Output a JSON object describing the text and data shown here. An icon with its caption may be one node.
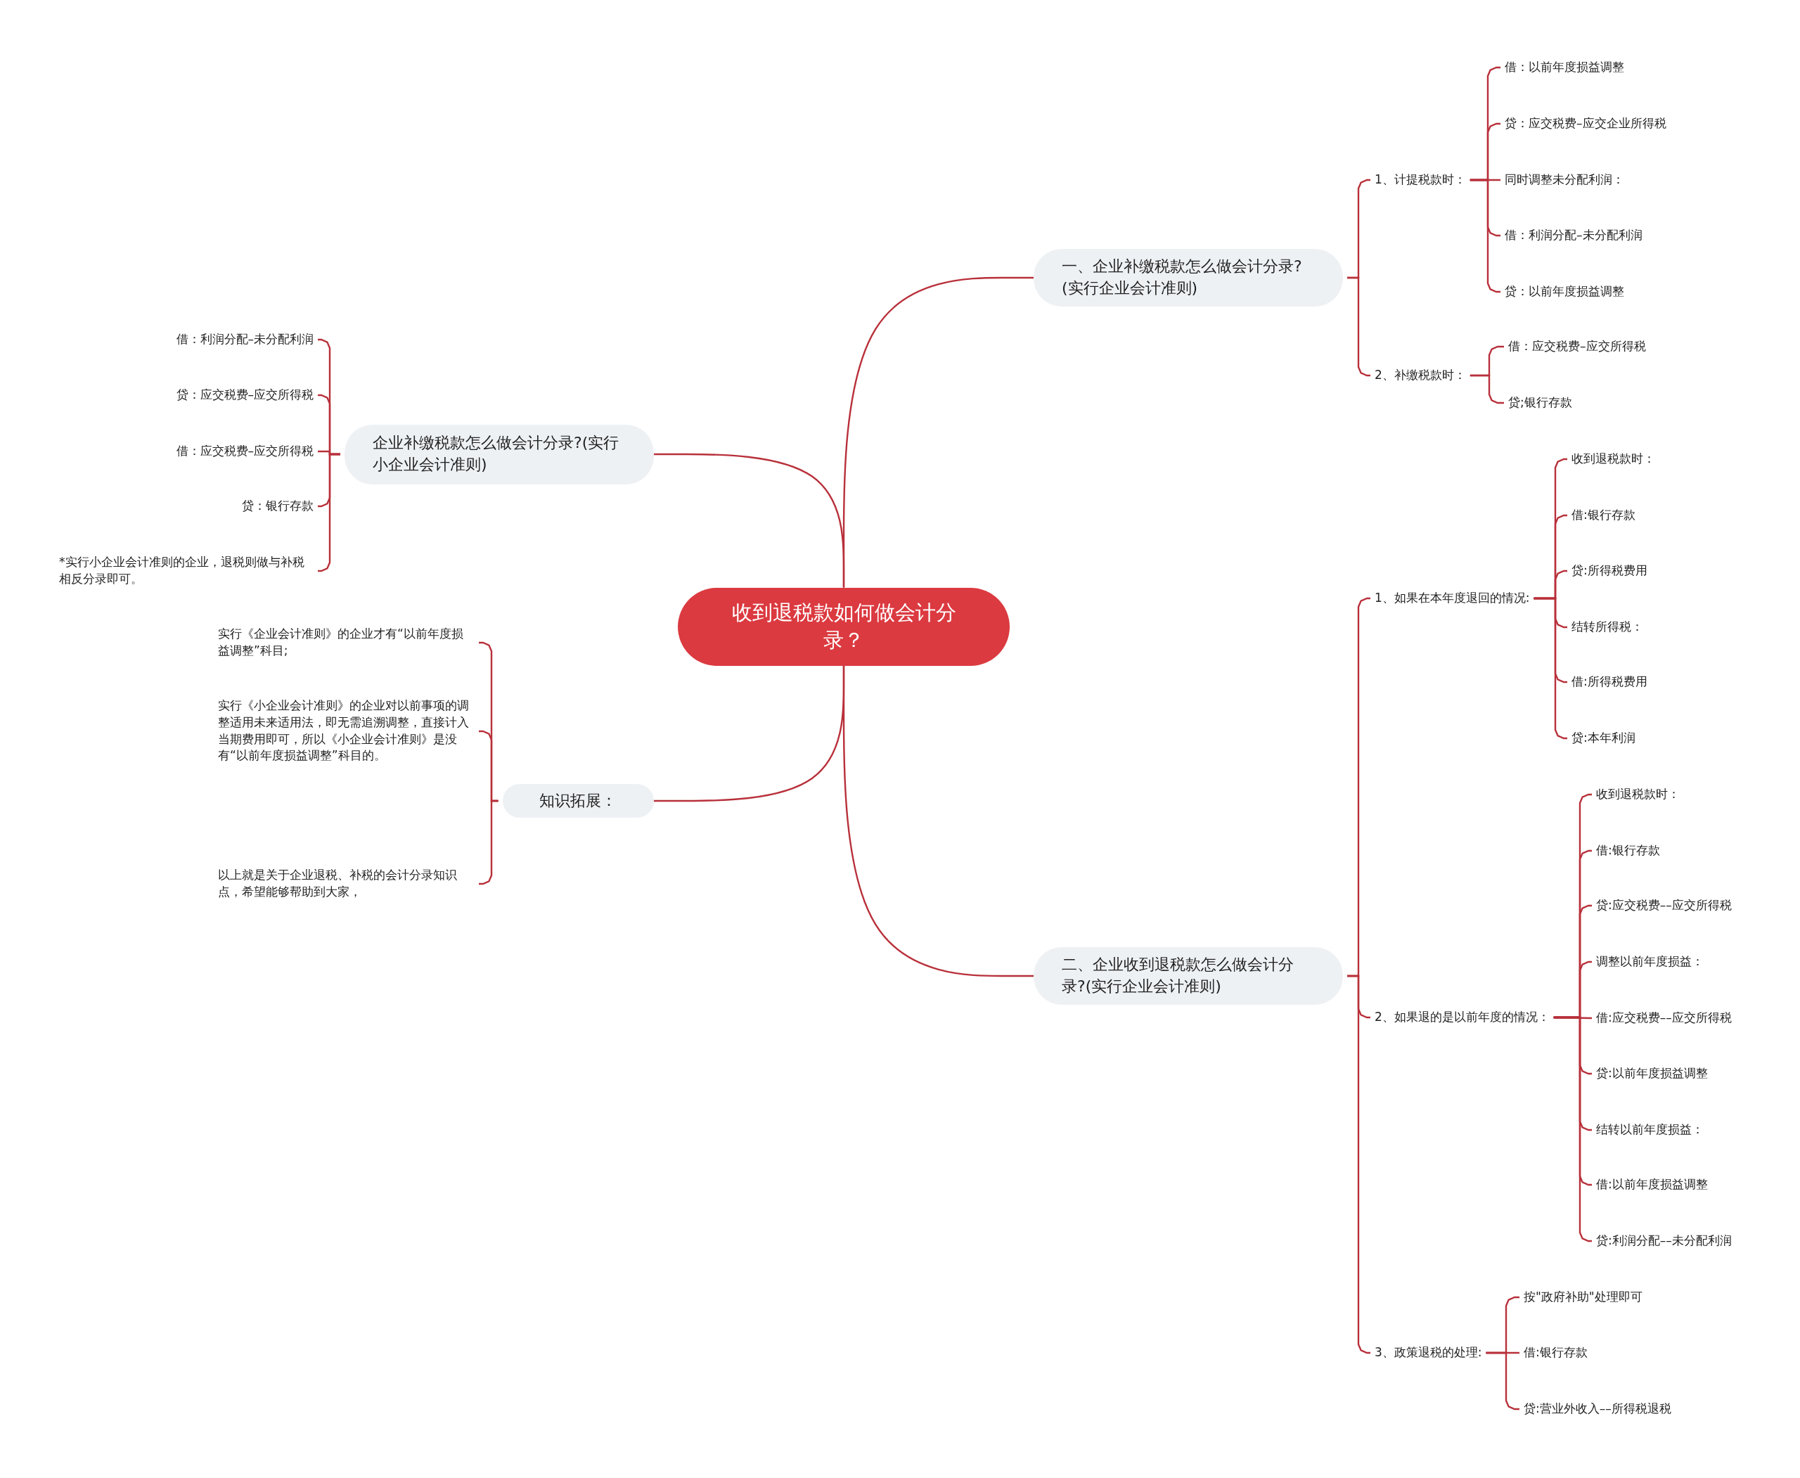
{
  "diagram": {
    "nodes": [
      {
        "text": [
          "收到退税款如何做会计分录？"
        ]
      },
      {
        "text": [
          "一、企业补缴税款怎么做会计分录?(实行企业会计准则)"
        ]
      },
      {
        "text": [
          "1、计提税款时："
        ]
      },
      {
        "text": [
          "借：以前年度损益调整"
        ]
      },
      {
        "text": [
          "贷：应交税费–应交企业所得税"
        ]
      },
      {
        "text": [
          "同时调整未分配利润："
        ]
      },
      {
        "text": [
          "借：利润分配–未分配利润"
        ]
      },
      {
        "text": [
          "贷：以前年度损益调整"
        ]
      },
      {
        "text": [
          "2、补缴税款时："
        ]
      },
      {
        "text": [
          "借：应交税费–应交所得税"
        ]
      },
      {
        "text": [
          "贷;银行存款"
        ]
      },
      {
        "text": [
          "企业补缴税款怎么做会计分录?(实行小企业会计准则)"
        ]
      },
      {
        "text": [
          "借：利润分配–未分配利润"
        ]
      },
      {
        "text": [
          "贷：应交税费–应交所得税"
        ]
      },
      {
        "text": [
          "借：应交税费–应交所得税"
        ]
      },
      {
        "text": [
          "贷：银行存款"
        ]
      },
      {
        "text": [
          "*实行小企业会计准则的企业，退税则做与补税相反分录即可。"
        ]
      },
      {
        "text": [
          "知识拓展："
        ]
      },
      {
        "text": [
          "实行《企业会计准则》的企业才有“以前年度损益调整”科目;"
        ]
      },
      {
        "text": [
          "实行《小企业会计准则》的企业对以前事项的调整适用未来适用法，即无需追溯调整，直接计入当期费用即可，所以《小企业会计准则》是没有“以前年度损益调整”科目的。"
        ]
      },
      {
        "text": [
          "以上就是关于企业退税、补税的会计分录知识点，希望能够帮助到大家，"
        ]
      },
      {
        "text": [
          "二、企业收到退税款怎么做会计分录?(实行企业会计准则)"
        ]
      },
      {
        "text": [
          "1、如果在本年度退回的情况:"
        ]
      },
      {
        "text": [
          "收到退税款时："
        ]
      },
      {
        "text": [
          "借:银行存款"
        ]
      },
      {
        "text": [
          "贷:所得税费用"
        ]
      },
      {
        "text": [
          "结转所得税："
        ]
      },
      {
        "text": [
          "借:所得税费用"
        ]
      },
      {
        "text": [
          "贷:本年利润"
        ]
      },
      {
        "text": [
          "2、如果退的是以前年度的情况："
        ]
      },
      {
        "text": [
          "收到退税款时："
        ]
      },
      {
        "text": [
          "借:银行存款"
        ]
      },
      {
        "text": [
          "贷:应交税费––应交所得税"
        ]
      },
      {
        "text": [
          "调整以前年度损益："
        ]
      },
      {
        "text": [
          "借:应交税费––应交所得税"
        ]
      },
      {
        "text": [
          "贷:以前年度损益调整"
        ]
      },
      {
        "text": [
          "结转以前年度损益："
        ]
      },
      {
        "text": [
          "借:以前年度损益调整"
        ]
      },
      {
        "text": [
          "贷:利润分配––未分配利润"
        ]
      },
      {
        "text": [
          "3、政策退税的处理:"
        ]
      },
      {
        "text": [
          "按\"政府补助\"处理即可"
        ]
      },
      {
        "text": [
          "借:银行存款"
        ]
      },
      {
        "text": [
          "贷:营业外收入––所得税退税"
        ]
      }
    ],
    "edges": [
      {
        "from": 0,
        "to": 1,
        "arrow": "none"
      },
      {
        "from": 1,
        "to": 2,
        "arrow": "none"
      },
      {
        "from": 2,
        "to": 3,
        "arrow": "none"
      },
      {
        "from": 2,
        "to": 4,
        "arrow": "none"
      },
      {
        "from": 2,
        "to": 5,
        "arrow": "none"
      },
      {
        "from": 2,
        "to": 6,
        "arrow": "none"
      },
      {
        "from": 2,
        "to": 7,
        "arrow": "none"
      },
      {
        "from": 1,
        "to": 8,
        "arrow": "none"
      },
      {
        "from": 8,
        "to": 9,
        "arrow": "none"
      },
      {
        "from": 8,
        "to": 10,
        "arrow": "none"
      },
      {
        "from": 0,
        "to": 11,
        "arrow": "none"
      },
      {
        "from": 11,
        "to": 12,
        "arrow": "none"
      },
      {
        "from": 11,
        "to": 13,
        "arrow": "none"
      },
      {
        "from": 11,
        "to": 14,
        "arrow": "none"
      },
      {
        "from": 11,
        "to": 15,
        "arrow": "none"
      },
      {
        "from": 11,
        "to": 16,
        "arrow": "none"
      },
      {
        "from": 0,
        "to": 17,
        "arrow": "none"
      },
      {
        "from": 17,
        "to": 18,
        "arrow": "none"
      },
      {
        "from": 17,
        "to": 19,
        "arrow": "none"
      },
      {
        "from": 17,
        "to": 20,
        "arrow": "none"
      },
      {
        "from": 0,
        "to": 21,
        "arrow": "none"
      },
      {
        "from": 21,
        "to": 22,
        "arrow": "none"
      },
      {
        "from": 22,
        "to": 23,
        "arrow": "none"
      },
      {
        "from": 22,
        "to": 24,
        "arrow": "none"
      },
      {
        "from": 22,
        "to": 25,
        "arrow": "none"
      },
      {
        "from": 22,
        "to": 26,
        "arrow": "none"
      },
      {
        "from": 22,
        "to": 27,
        "arrow": "none"
      },
      {
        "from": 22,
        "to": 28,
        "arrow": "none"
      },
      {
        "from": 21,
        "to": 29,
        "arrow": "none"
      },
      {
        "from": 29,
        "to": 30,
        "arrow": "none"
      },
      {
        "from": 29,
        "to": 31,
        "arrow": "none"
      },
      {
        "from": 29,
        "to": 32,
        "arrow": "none"
      },
      {
        "from": 29,
        "to": 33,
        "arrow": "none"
      },
      {
        "from": 29,
        "to": 34,
        "arrow": "none"
      },
      {
        "from": 29,
        "to": 35,
        "arrow": "none"
      },
      {
        "from": 29,
        "to": 36,
        "arrow": "none"
      },
      {
        "from": 29,
        "to": 37,
        "arrow": "none"
      },
      {
        "from": 29,
        "to": 38,
        "arrow": "none"
      },
      {
        "from": 21,
        "to": 39,
        "arrow": "none"
      },
      {
        "from": 39,
        "to": 40,
        "arrow": "none"
      },
      {
        "from": 39,
        "to": 41,
        "arrow": "none"
      },
      {
        "from": 39,
        "to": 42,
        "arrow": "none"
      }
    ]
  }
}
